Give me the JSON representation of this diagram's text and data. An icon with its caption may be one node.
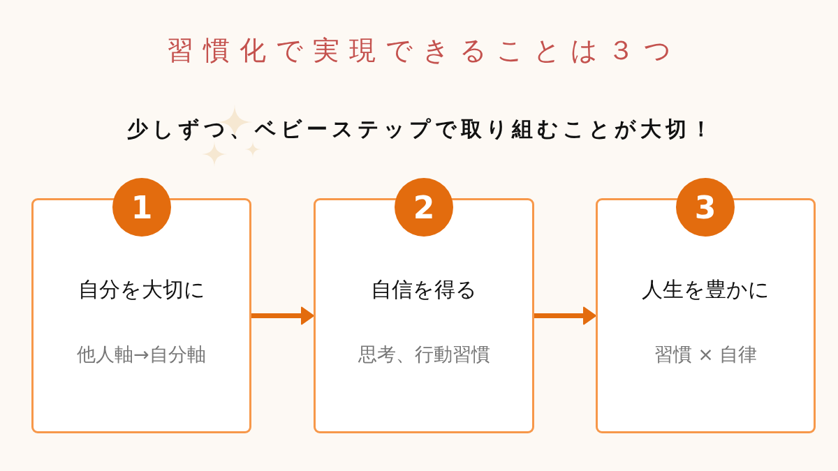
{
  "diagram": {
    "title": "習慣化で実現できることは３つ",
    "nodes": [
      {
        "text": [
          "1"
        ]
      },
      {
        "text": [
          "自分を大切に",
          "他人軸→自分軸"
        ]
      },
      {
        "text": [
          "2"
        ]
      },
      {
        "text": [
          "自信を得る",
          "思考、行動習慣"
        ]
      },
      {
        "text": [
          "3"
        ]
      },
      {
        "text": [
          "人生を豊かに",
          "習慣 × 自律"
        ]
      }
    ],
    "edges": [
      {
        "from": 1,
        "to": 3,
        "arrow": "to"
      },
      {
        "from": 3,
        "to": 5,
        "arrow": "to"
      }
    ],
    "labels": [
      "少しずつ、ベビーステップで取り組むことが大切！"
    ]
  }
}
